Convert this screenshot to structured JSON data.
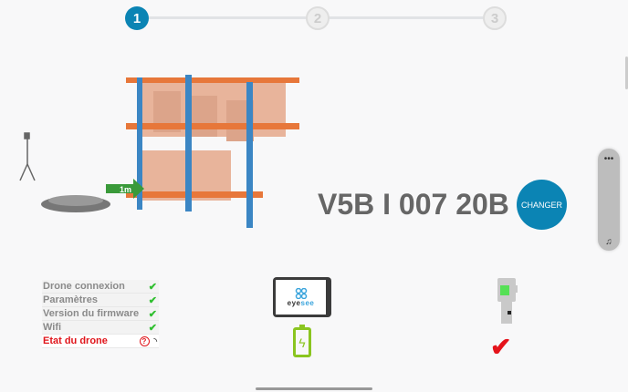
{
  "stepper": {
    "steps": [
      "1",
      "2",
      "3"
    ],
    "active": 1
  },
  "drone_code": "V5B I 007 20B",
  "changer_label": "CHANGER",
  "scene": {
    "distance_label": "1m"
  },
  "side_panel": {
    "more": "•••",
    "icon": "♫"
  },
  "checklist": [
    {
      "label": "Drone connexion",
      "status": "ok"
    },
    {
      "label": "Paramètres",
      "status": "ok"
    },
    {
      "label": "Version du firmware",
      "status": "ok"
    },
    {
      "label": "Wifi",
      "status": "ok"
    },
    {
      "label": "Etat du drone",
      "status": "error"
    }
  ],
  "tablet": {
    "logo_left": "eye",
    "logo_right": "see"
  },
  "glyphs": {
    "check": "✔",
    "help": "?",
    "loading": "◝",
    "bolt": "ϟ"
  },
  "colors": {
    "accent": "#0b84b4",
    "ok": "#2fbf2f",
    "error": "#e0151b",
    "battery": "#8ac520"
  }
}
